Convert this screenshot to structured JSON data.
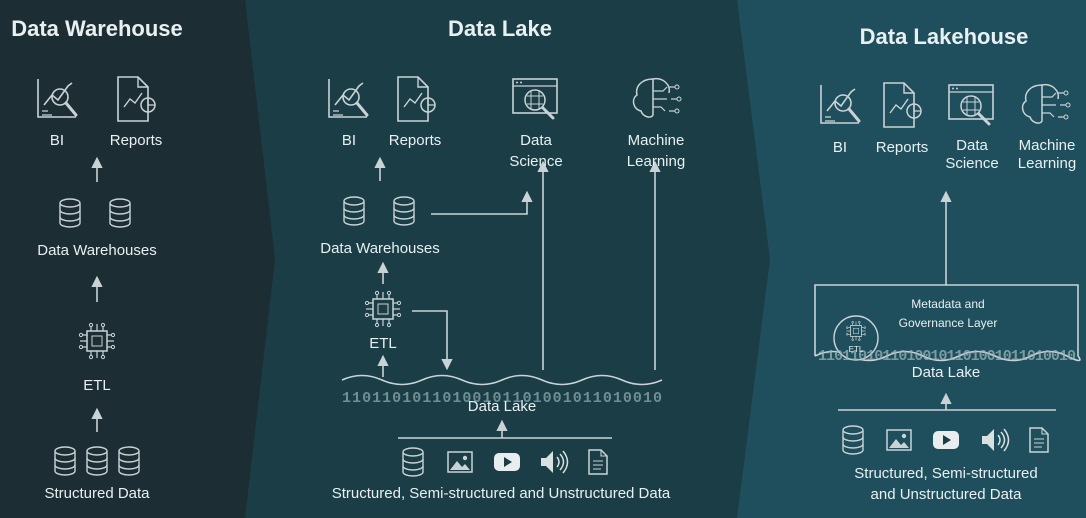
{
  "colors": {
    "panel_warehouse": "#1c2d33",
    "panel_lake": "#1a3d46",
    "panel_lakehouse": "#1f4f5c",
    "line": "#c9d3d6"
  },
  "warehouse": {
    "title": "Data Warehouse",
    "bi": "BI",
    "reports": "Reports",
    "data_warehouses": "Data Warehouses",
    "etl": "ETL",
    "structured": "Structured Data"
  },
  "lake": {
    "title": "Data Lake",
    "bi": "BI",
    "reports": "Reports",
    "data_science": "Data\nScience",
    "machine_learning": "Machine\nLearning",
    "data_warehouses": "Data Warehouses",
    "etl": "ETL",
    "data_lake": "Data Lake",
    "binary": "11011010110100101101001011010010",
    "sources": "Structured, Semi-structured and Unstructured Data"
  },
  "lakehouse": {
    "title": "Data Lakehouse",
    "bi": "BI",
    "reports": "Reports",
    "data_science": "Data\nScience",
    "machine_learning": "Machine\nLearning",
    "metadata": "Metadata and\nGovernance Layer",
    "etl": "ETL",
    "data_lake": "Data Lake",
    "binary": "11011010110100101101001011010010",
    "sources": "Structured, Semi-structured\nand Unstructured Data"
  },
  "icons": {
    "bi": "bi-chart-magnifier-icon",
    "reports": "report-document-icon",
    "data_science": "data-science-browser-icon",
    "machine_learning": "brain-circuit-icon",
    "database": "database-icon",
    "etl": "etl-chip-icon",
    "image": "image-icon",
    "video": "video-play-icon",
    "audio": "speaker-icon",
    "document": "text-document-icon"
  }
}
